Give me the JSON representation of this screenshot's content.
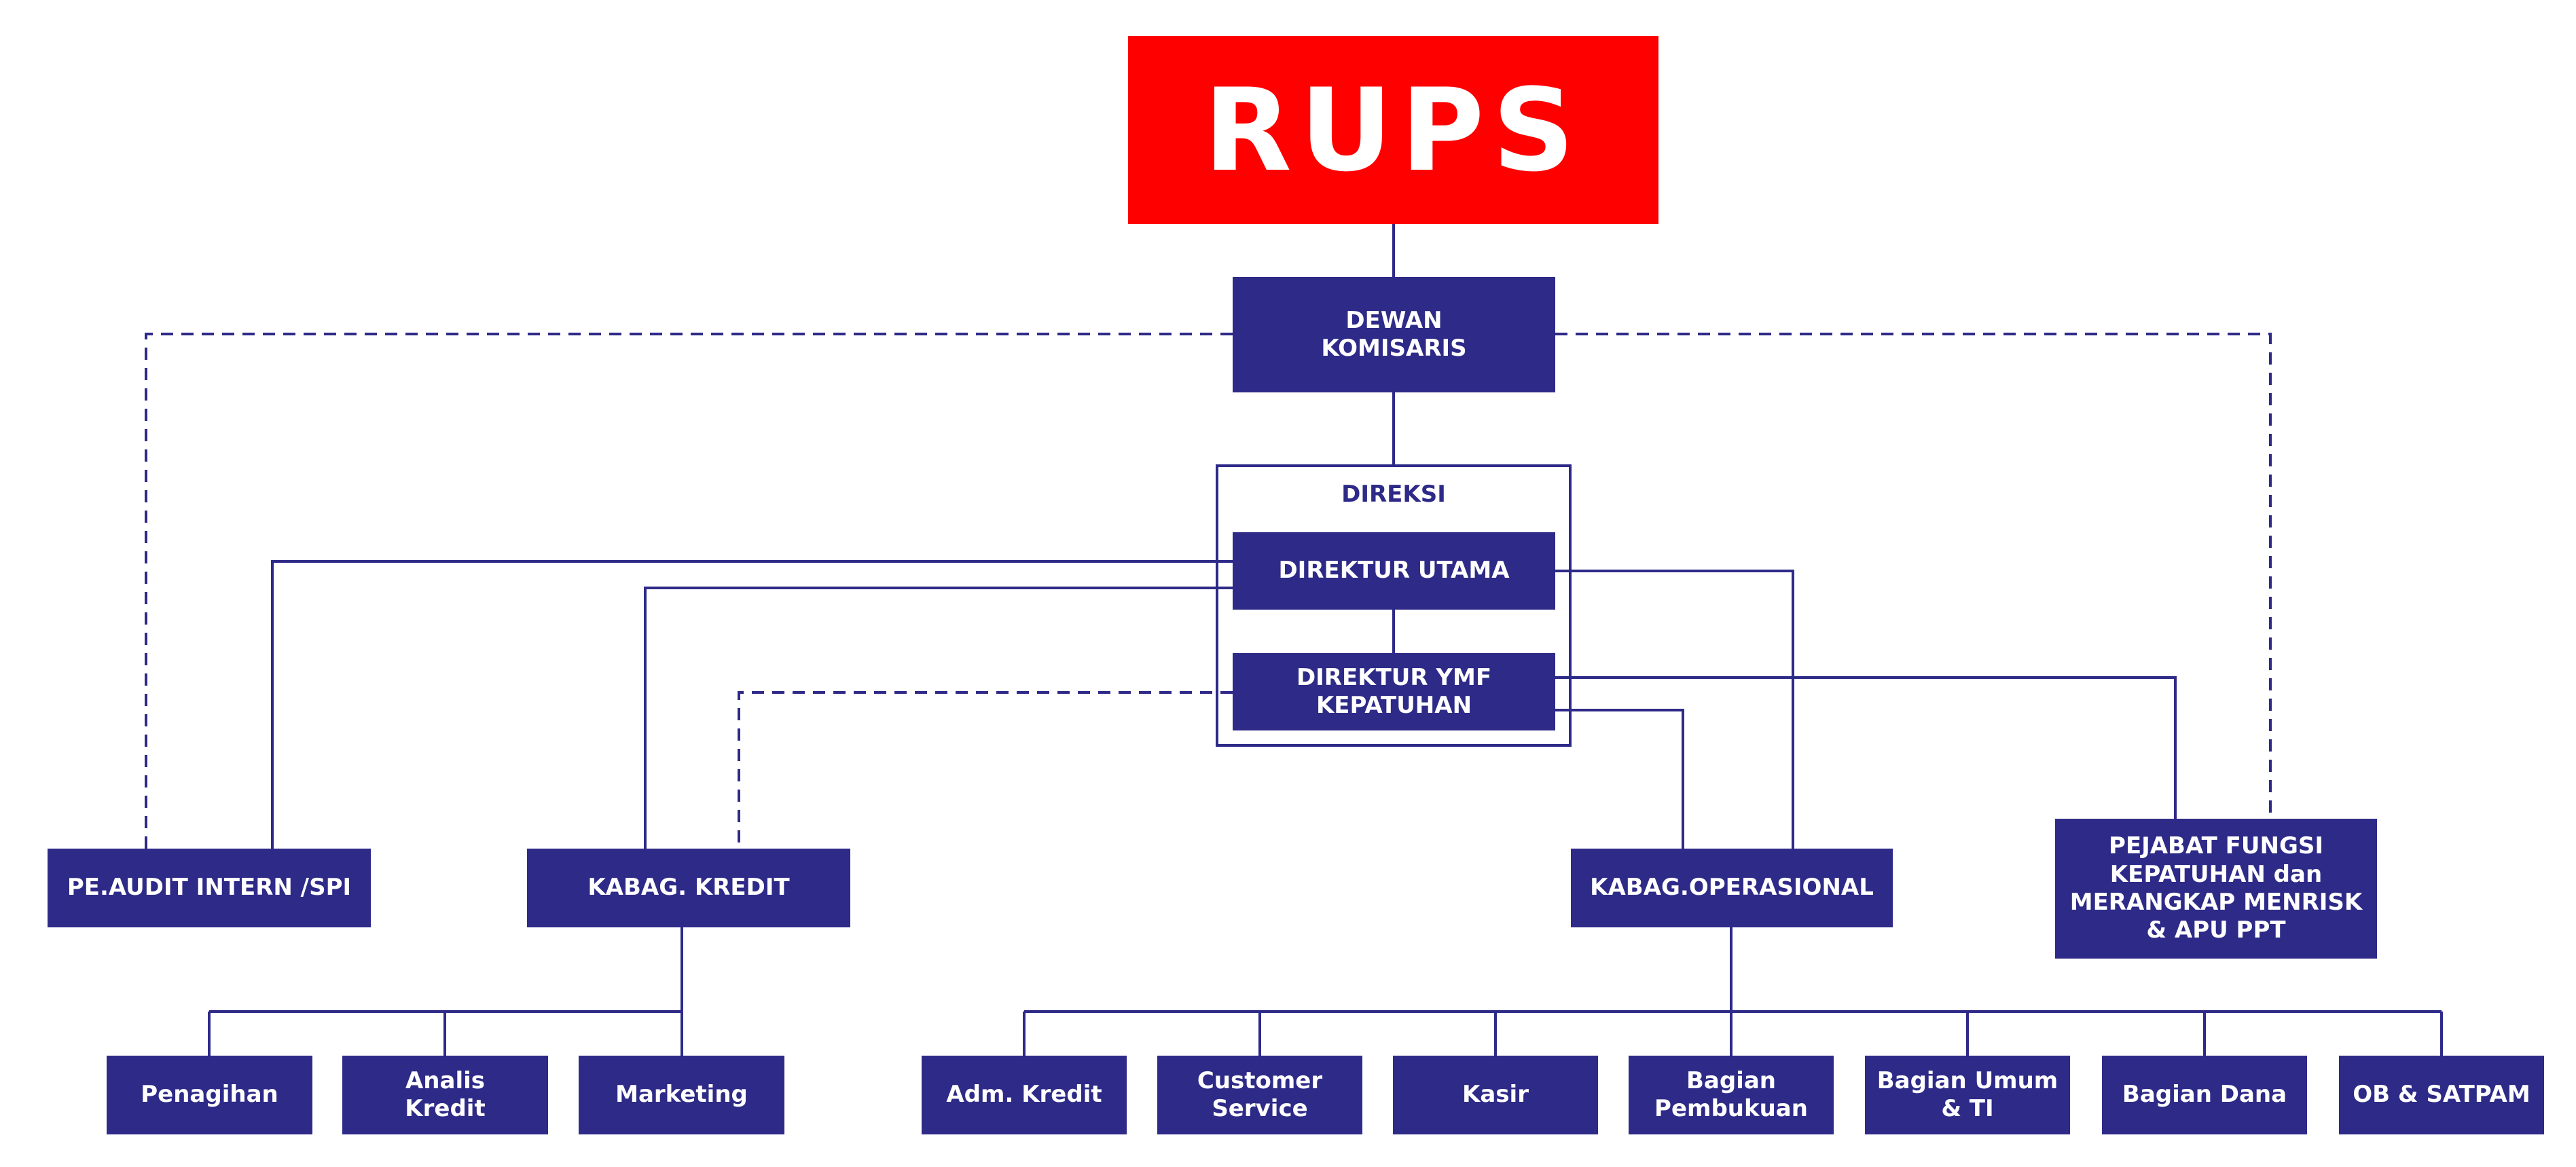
{
  "top": {
    "label": "RUPS"
  },
  "board": {
    "label": "DEWAN\nKOMISARIS"
  },
  "direksi": {
    "label": "DIREKSI",
    "utama": "DIREKTUR UTAMA",
    "kepatuhan": "DIREKTUR YMF\nKEPATUHAN"
  },
  "mid": {
    "audit": "PE.AUDIT INTERN /SPI",
    "kredit": "KABAG. KREDIT",
    "operasional": "KABAG.OPERASIONAL",
    "pejabat": "PEJABAT FUNGSI\nKEPATUHAN dan\nMERANGKAP MENRISK\n& APU PPT"
  },
  "kredit_units": [
    "Penagihan",
    "Analis\nKredit",
    "Marketing"
  ],
  "operasional_units": [
    "Adm. Kredit",
    "Customer\nService",
    "Kasir",
    "Bagian\nPembukuan",
    "Bagian Umum\n& TI",
    "Bagian Dana",
    "OB & SATPAM"
  ],
  "colors": {
    "primary": "#2e2a88",
    "accent": "#ff0000",
    "text_on_dark": "#ffffff"
  }
}
